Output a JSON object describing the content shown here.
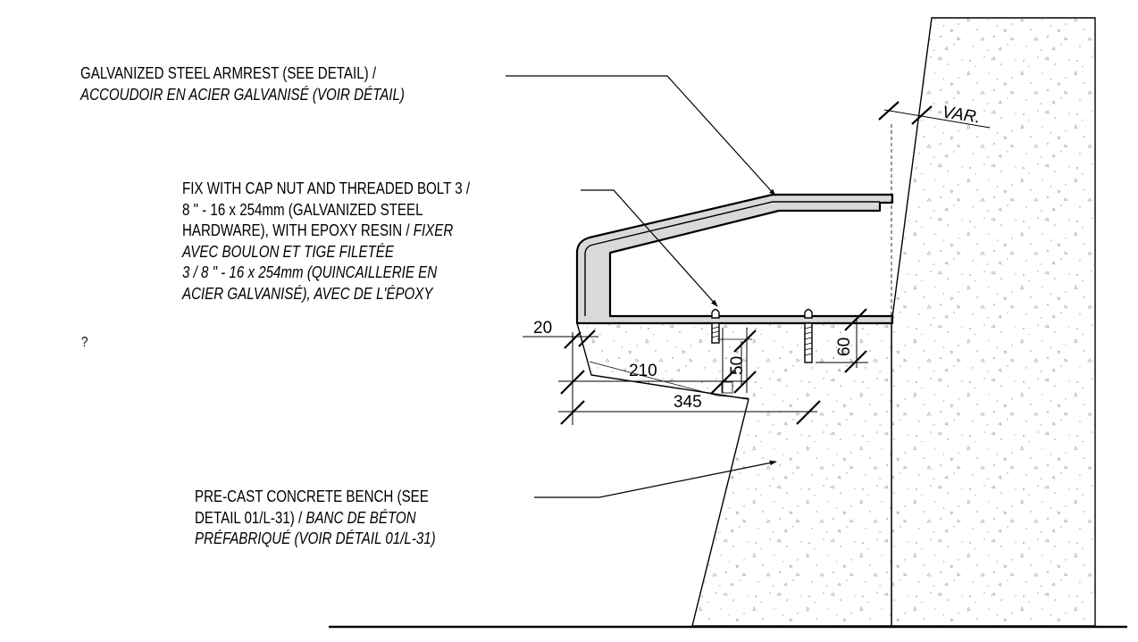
{
  "notes": {
    "armrest": {
      "en": "GALVANIZED STEEL ARMREST (SEE DETAIL) /",
      "fr": "ACCOUDOIR EN ACIER GALVANISÉ (VOIR DÉTAIL)"
    },
    "fix": {
      "line1": "FIX WITH CAP NUT AND THREADED BOLT 3 /",
      "line2": "8 \" - 16 x 254mm (GALVANIZED STEEL",
      "line3_en": "HARDWARE), WITH EPOXY RESIN / ",
      "line3_fr": "FIXER",
      "line4": "AVEC BOULON ET TIGE FILETÉE",
      "line5": "3 / 8 \" - 16 x 254mm (QUINCAILLERIE EN",
      "line6": "ACIER GALVANISÉ), AVEC DE L'ÉPOXY"
    },
    "bench": {
      "line1": "PRE-CAST CONCRETE BENCH (SEE",
      "line2_en": "DETAIL 01/L-31) / ",
      "line2_fr": "BANC DE BÉTON",
      "line3": "PRÉFABRIQUÉ (VOIR DÉTAIL 01/L-31)"
    },
    "stray_mark": "?"
  },
  "dimensions": {
    "var": "VAR.",
    "d20": "20",
    "d210": "210",
    "d345": "345",
    "d50": "50",
    "d60": "60"
  },
  "colors": {
    "line": "#000000",
    "steel_fill": "#d9d9d9",
    "concrete_speckle": "#9a9a9a"
  }
}
